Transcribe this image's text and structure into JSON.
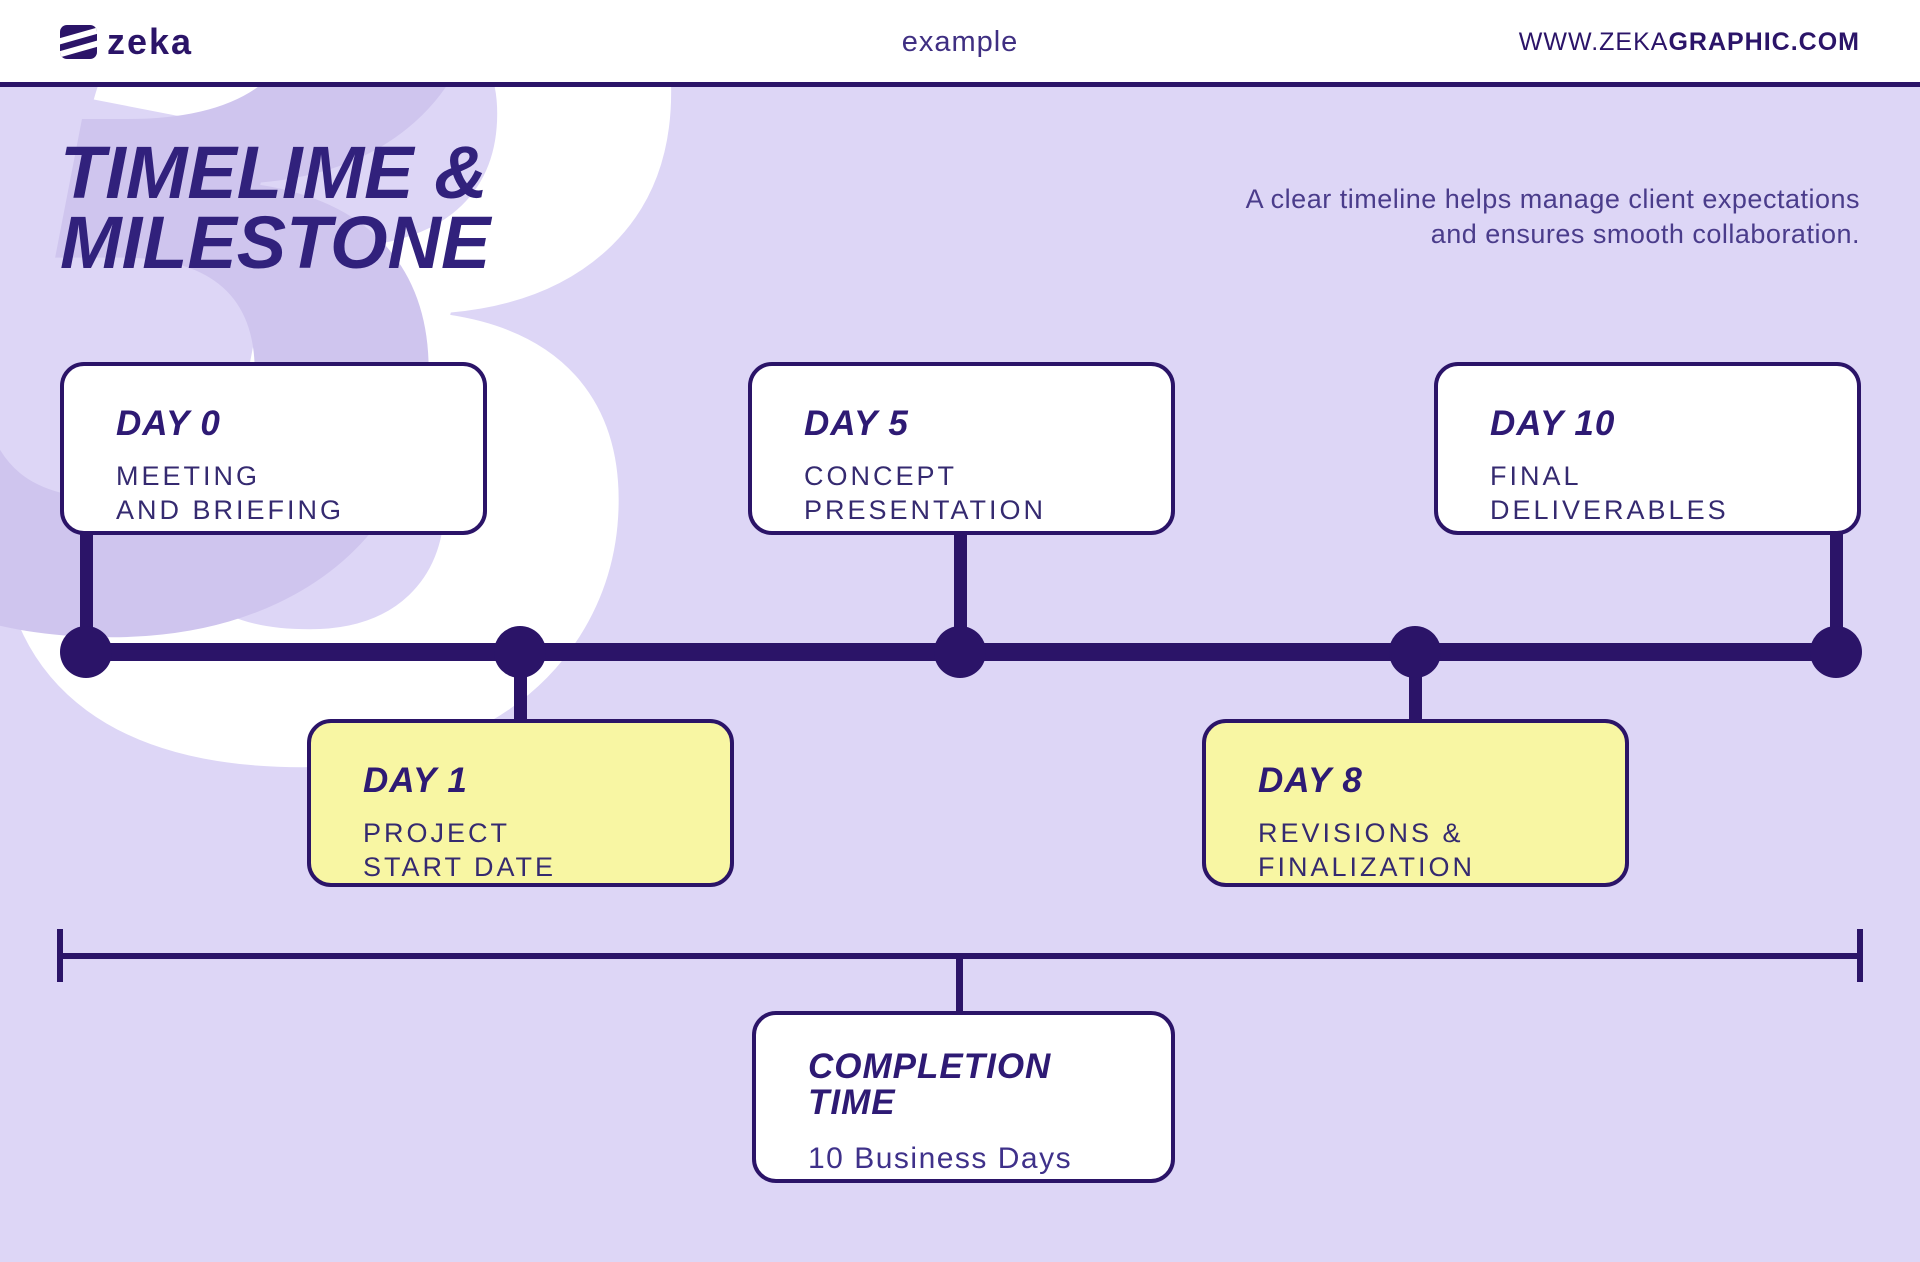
{
  "colors": {
    "dark_purple": "#2b1468",
    "background_lavender": "#ddd6f6",
    "highlight_yellow": "#f8f6a3",
    "watermark_lavender": "#cfc5ee",
    "white": "#ffffff"
  },
  "header": {
    "brand": "zeka",
    "center_label": "example",
    "website_prefix": "WWW.ZEKA",
    "website_bold": "GRAPHIC.COM"
  },
  "hero": {
    "title_line1": "TIMELIME &",
    "title_line2": "MILESTONE",
    "subtitle_line1": "A clear timeline helps manage client expectations",
    "subtitle_line2": "and ensures smooth collaboration.",
    "watermark_digit": "3"
  },
  "timeline": {
    "milestones": [
      {
        "day": "DAY 0",
        "label_line1": "MEETING",
        "label_line2": "AND BRIEFING",
        "position": "above",
        "variant": "white"
      },
      {
        "day": "DAY 1",
        "label_line1": "PROJECT",
        "label_line2": "START DATE",
        "position": "below",
        "variant": "yellow"
      },
      {
        "day": "DAY 5",
        "label_line1": "CONCEPT",
        "label_line2": "PRESENTATION",
        "position": "above",
        "variant": "white"
      },
      {
        "day": "DAY 8",
        "label_line1": "REVISIONS &",
        "label_line2": "FINALIZATION",
        "position": "below",
        "variant": "yellow"
      },
      {
        "day": "DAY 10",
        "label_line1": "FINAL",
        "label_line2": "DELIVERABLES",
        "position": "above",
        "variant": "white"
      }
    ]
  },
  "completion": {
    "title_line1": "COMPLETION",
    "title_line2": "TIME",
    "value": "10 Business Days"
  }
}
